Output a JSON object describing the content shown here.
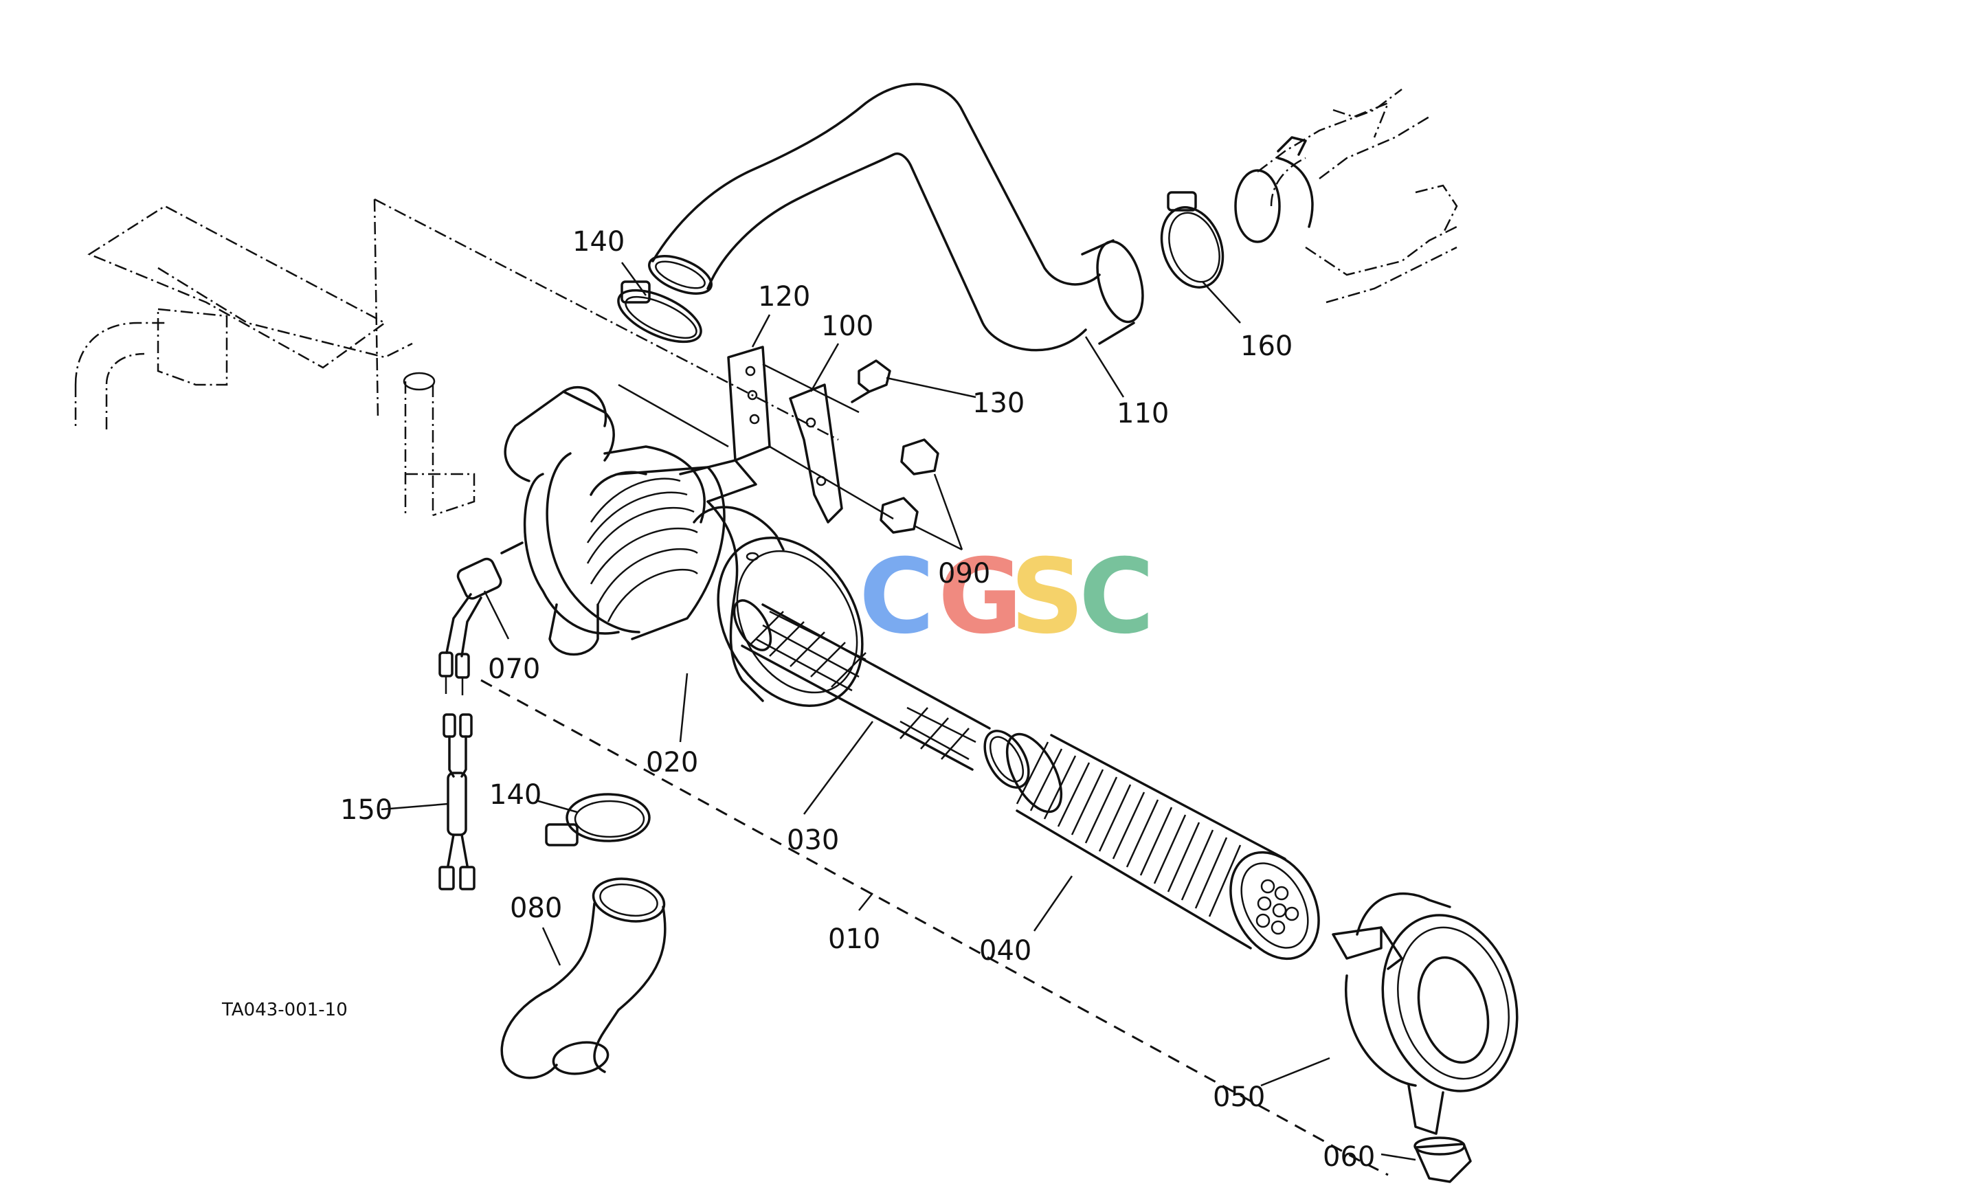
{
  "diagram": {
    "reference_code": "TA043-001-10",
    "watermark": {
      "letters": [
        {
          "char": "C",
          "color": "#7aaaf0"
        },
        {
          "char": "G",
          "color": "#f08a80"
        },
        {
          "char": "S",
          "color": "#f5d26a"
        },
        {
          "char": "C",
          "color": "#78c29c"
        }
      ]
    },
    "part_labels": {
      "p010": "010",
      "p020": "020",
      "p030": "030",
      "p040": "040",
      "p050": "050",
      "p060": "060",
      "p070": "070",
      "p080": "080",
      "p090": "090",
      "p100": "100",
      "p110": "110",
      "p120": "120",
      "p130": "130",
      "p140_top": "140",
      "p140_bottom": "140",
      "p150": "150",
      "p160": "160"
    }
  }
}
